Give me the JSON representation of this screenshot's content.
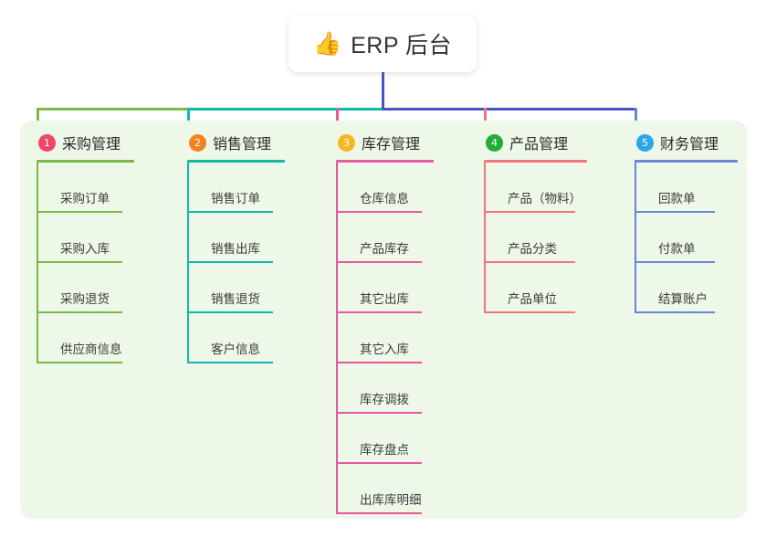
{
  "root": {
    "icon": "thumbs-up-icon",
    "emoji": "👍",
    "title": "ERP 后台"
  },
  "panel": {
    "background": "#eef8e9"
  },
  "connector": {
    "trunk_color": "#4a53c4",
    "bus_segments": [
      "#7cb845",
      "#0fb9a5",
      "#4a53c4"
    ]
  },
  "columns": [
    {
      "number": "1",
      "title": "采购管理",
      "badge_color": "#ee4866",
      "line_color": "#7cb845",
      "items": [
        {
          "label": "采购订单"
        },
        {
          "label": "采购入库"
        },
        {
          "label": "采购退货"
        },
        {
          "label": "供应商信息"
        }
      ]
    },
    {
      "number": "2",
      "title": "销售管理",
      "badge_color": "#f58220",
      "line_color": "#0fb9a5",
      "items": [
        {
          "label": "销售订单"
        },
        {
          "label": "销售出库"
        },
        {
          "label": "销售退货"
        },
        {
          "label": "客户信息"
        }
      ]
    },
    {
      "number": "3",
      "title": "库存管理",
      "badge_color": "#f5b821",
      "line_color": "#e8579f",
      "items": [
        {
          "label": "仓库信息"
        },
        {
          "label": "产品库存"
        },
        {
          "label": "其它出库"
        },
        {
          "label": "其它入库"
        },
        {
          "label": "库存调拨"
        },
        {
          "label": "库存盘点"
        },
        {
          "label": "出库库明细"
        }
      ]
    },
    {
      "number": "4",
      "title": "产品管理",
      "badge_color": "#22ac38",
      "line_color": "#f4737a",
      "items": [
        {
          "label": "产品（物料）"
        },
        {
          "label": "产品分类"
        },
        {
          "label": "产品单位"
        }
      ]
    },
    {
      "number": "5",
      "title": "财务管理",
      "badge_color": "#2ba7e8",
      "line_color": "#6a86d6",
      "items": [
        {
          "label": "回款单"
        },
        {
          "label": "付款单"
        },
        {
          "label": "结算账户"
        }
      ]
    }
  ]
}
